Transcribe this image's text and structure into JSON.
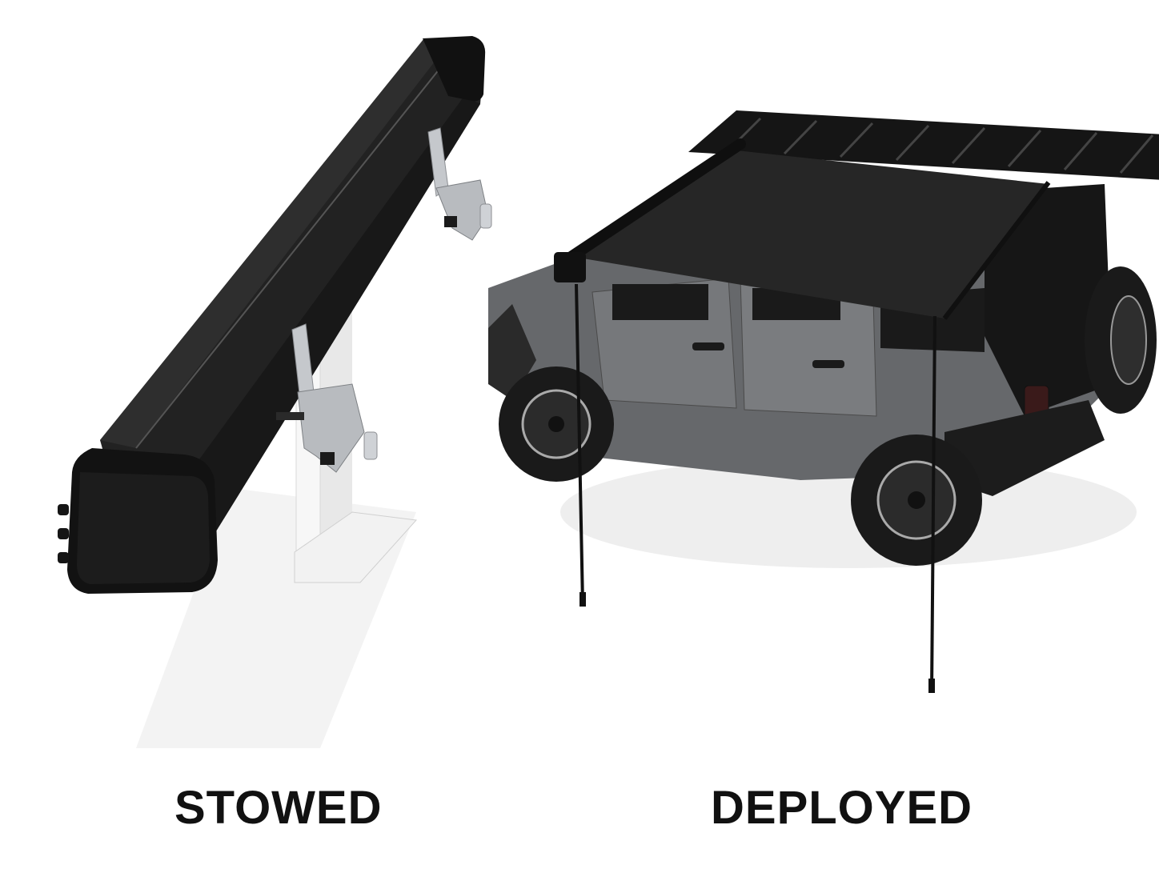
{
  "labels": {
    "stowed": "STOWED",
    "deployed": "DEPLOYED"
  },
  "images": {
    "stowed": "awning-stowed-on-mount",
    "deployed": "awning-deployed-on-suv"
  },
  "colors": {
    "background": "#ffffff",
    "label_text": "#111111",
    "awning_body": "#1e1e1e",
    "bracket_metal": "#b9bcc0",
    "vehicle_body": "#6b6d70",
    "tire": "#1a1a1a"
  }
}
